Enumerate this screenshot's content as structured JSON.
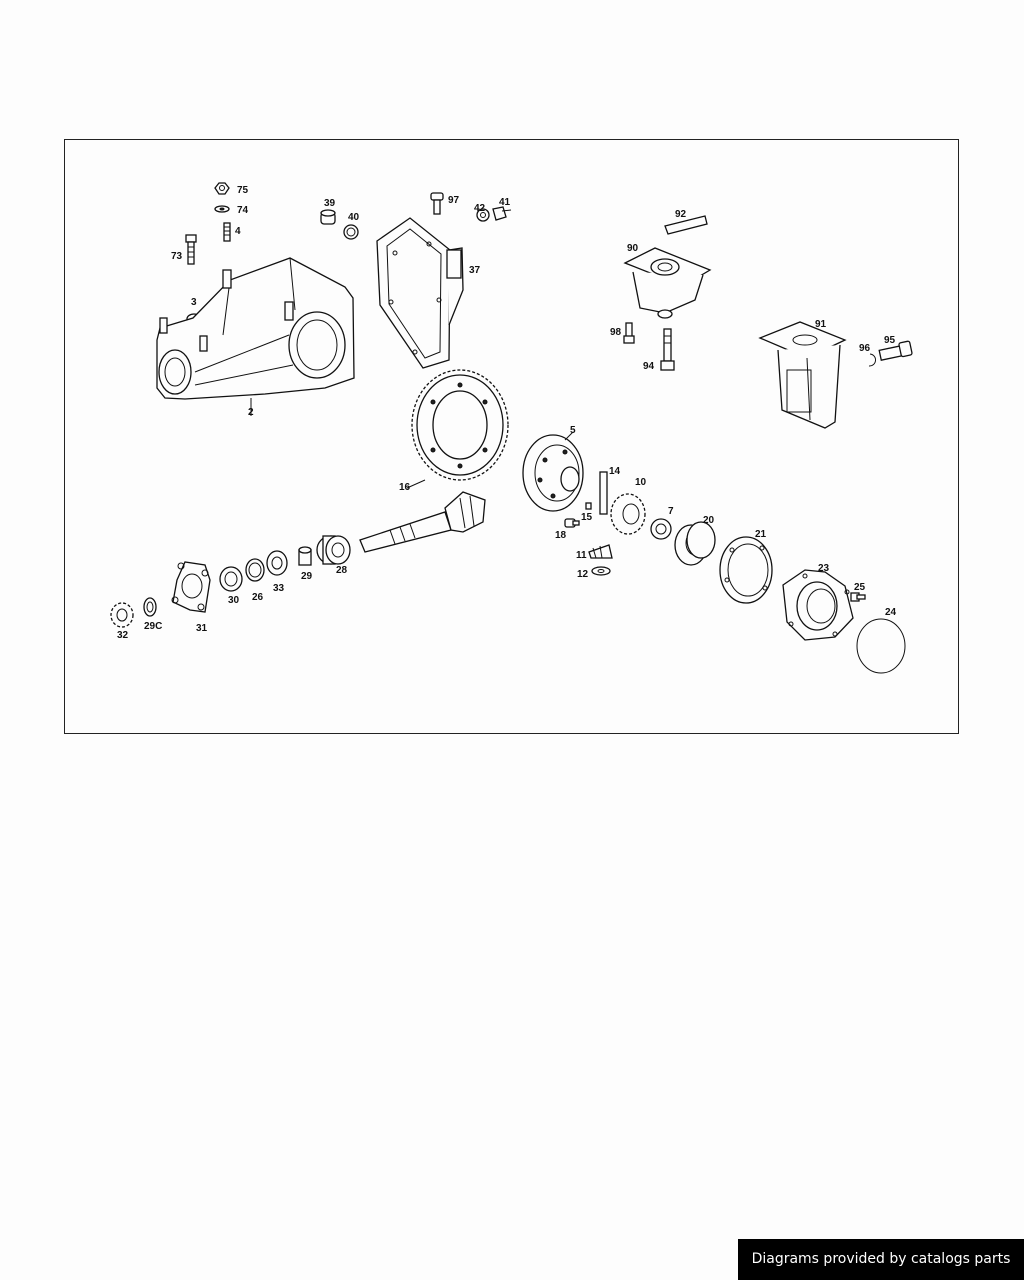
{
  "diagram": {
    "labels": {
      "p75": "75",
      "p74": "74",
      "p4": "4",
      "p73": "73",
      "p3": "3",
      "p2": "2",
      "p39": "39",
      "p40": "40",
      "p97": "97",
      "p42": "42",
      "p41": "41",
      "p37": "37",
      "p92": "92",
      "p90": "90",
      "p98": "98",
      "p94": "94",
      "p91": "91",
      "p96": "96",
      "p95": "95",
      "p5": "5",
      "p14": "14",
      "p10": "10",
      "p15": "15",
      "p18": "18",
      "p7": "7",
      "p20": "20",
      "p21": "21",
      "p11": "11",
      "p12": "12",
      "p23": "23",
      "p25": "25",
      "p24": "24",
      "p16": "16",
      "p28": "28",
      "p29": "29",
      "p33": "33",
      "p26": "26",
      "p30": "30",
      "p31": "31",
      "p29c": "29C",
      "p32": "32"
    }
  },
  "footer": {
    "credit": "Diagrams provided by catalogs parts"
  }
}
